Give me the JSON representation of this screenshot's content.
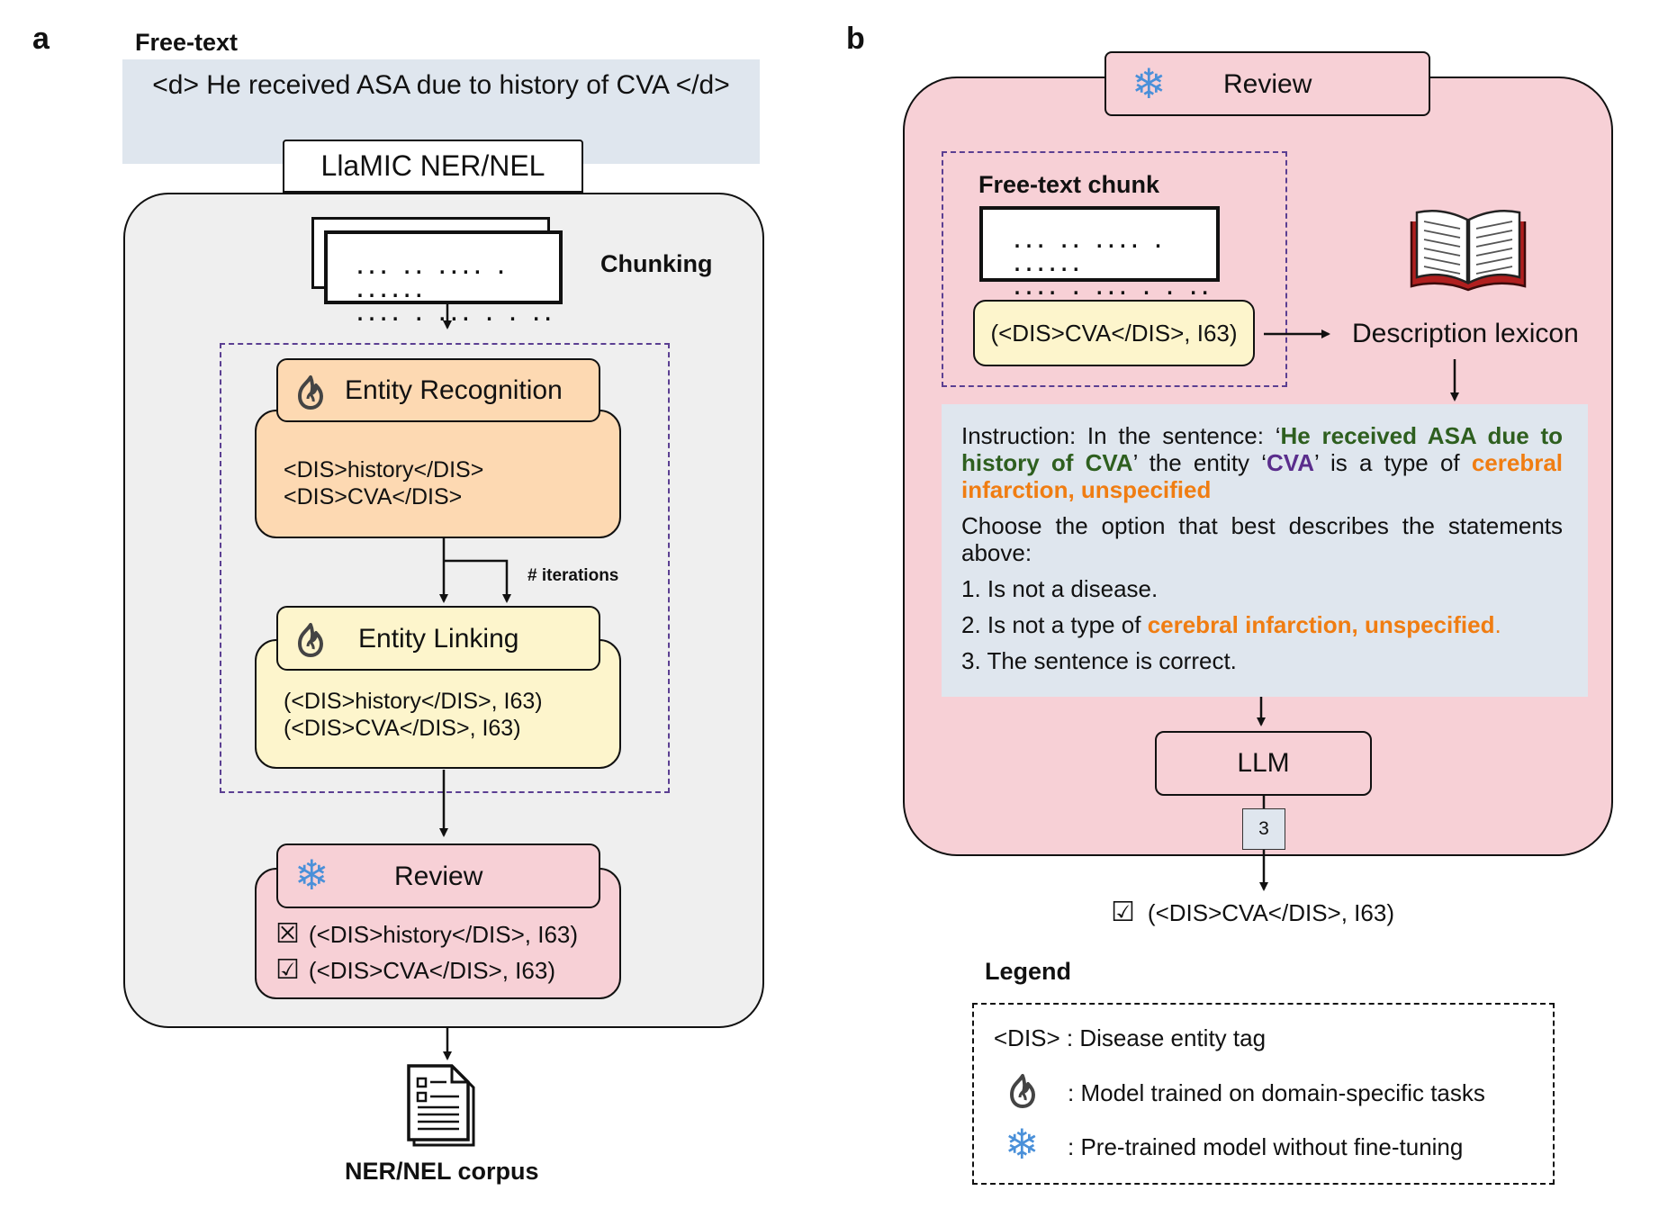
{
  "panel_a": {
    "label": "a",
    "free_text_title": "Free-text",
    "free_text_sentence": "<d> He received ASA due to history of CVA </d>",
    "llamic_label": "LlaMIC NER/NEL",
    "chunking_label": "Chunking",
    "chunk_dots": {
      "line1": "... .. ....  . ......",
      "line2": ".... . ...  . .  .."
    },
    "entity_recognition": {
      "title": "Entity Recognition",
      "lines": [
        "<DIS>history</DIS>",
        "<DIS>CVA</DIS>"
      ]
    },
    "iterations_label": "# iterations",
    "entity_linking": {
      "title": "Entity Linking",
      "lines": [
        "(<DIS>history</DIS>, I63)",
        "(<DIS>CVA</DIS>, I63)"
      ]
    },
    "review": {
      "title": "Review",
      "items": [
        {
          "mark": "☒",
          "text": "(<DIS>history</DIS>, I63)"
        },
        {
          "mark": "☑",
          "text": "(<DIS>CVA</DIS>, I63)"
        }
      ]
    },
    "corpus_label": "NER/NEL corpus"
  },
  "panel_b": {
    "label": "b",
    "review_title": "Review",
    "chunk_title": "Free-text chunk",
    "chunk_dots": {
      "line1": "... .. ....  . ......",
      "line2": ".... . ...  . .  .."
    },
    "entity_tuple": "(<DIS>CVA</DIS>, I63)",
    "description_lexicon": "Description lexicon",
    "instruction": {
      "prefix": "Instruction: In the sentence: ‘",
      "sentence": "He received ASA due to history of CVA",
      "mid1": "’ the entity ‘",
      "entity": "CVA",
      "mid2": "’  is a type of ",
      "concept": "cerebral infarction, unspecified",
      "question": "Choose the option that best describes the statements above:",
      "option1": "1. Is not a disease.",
      "option2_prefix": "2. Is not a type of ",
      "option2_concept": "cerebral infarction, unspecified",
      "option2_suffix": ".",
      "option3": "3. The sentence is correct."
    },
    "llm_label": "LLM",
    "answer": "3",
    "result": {
      "mark": "☑",
      "text": "(<DIS>CVA</DIS>, I63)"
    }
  },
  "legend": {
    "title": "Legend",
    "tag_desc": "<DIS> : Disease entity tag",
    "fire_desc": ": Model trained on domain-specific tasks",
    "snow_desc": ": Pre-trained model without fine-tuning"
  },
  "colors": {
    "free_text_bg": "#dfe6ee",
    "panel_a_bg": "#efefef",
    "orange_box": "#fdd9b2",
    "yellow_box": "#fdf5cc",
    "pink_box": "#f7d0d6",
    "instruction_bg": "#dfe6ee",
    "dashed_purple": "#5b3f92",
    "orange_text": "#f07d12",
    "green_text": "#2e5f1f",
    "purple_text": "#5a2d8c",
    "snowflake": "#4a90d9"
  }
}
